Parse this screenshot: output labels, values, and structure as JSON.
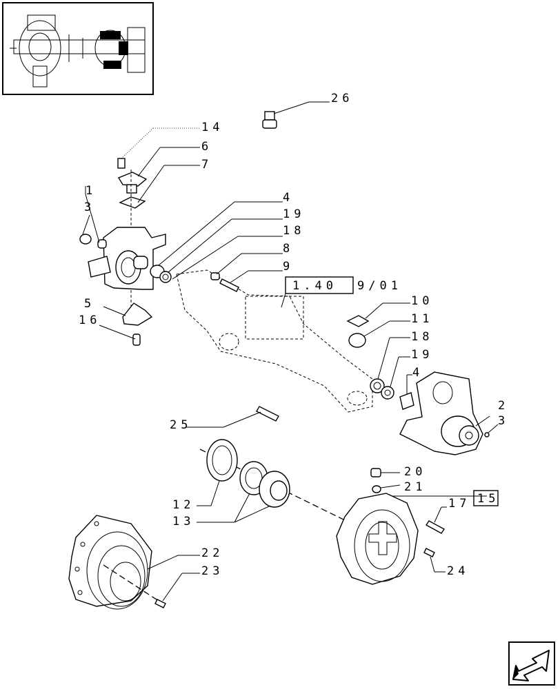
{
  "labels": {
    "l26": "26",
    "l14": "14",
    "l6": "6",
    "l7": "7",
    "l1": "1",
    "l3a": "3",
    "l4a": "4",
    "l19a": "19",
    "l18a": "18",
    "l8": "8",
    "l9": "9",
    "ref": "1.40",
    "ref2": "9/01",
    "l5": "5",
    "l16": "16",
    "l10": "10",
    "l11": "11",
    "l18b": "18",
    "l19b": "19",
    "l4b": "4",
    "l2": "2",
    "l3b": "3",
    "l25": "25",
    "l12": "12",
    "l13": "13",
    "l20": "20",
    "l21": "21",
    "l17": "17",
    "l15": "15",
    "l22": "22",
    "l23": "23",
    "l24": "24"
  }
}
